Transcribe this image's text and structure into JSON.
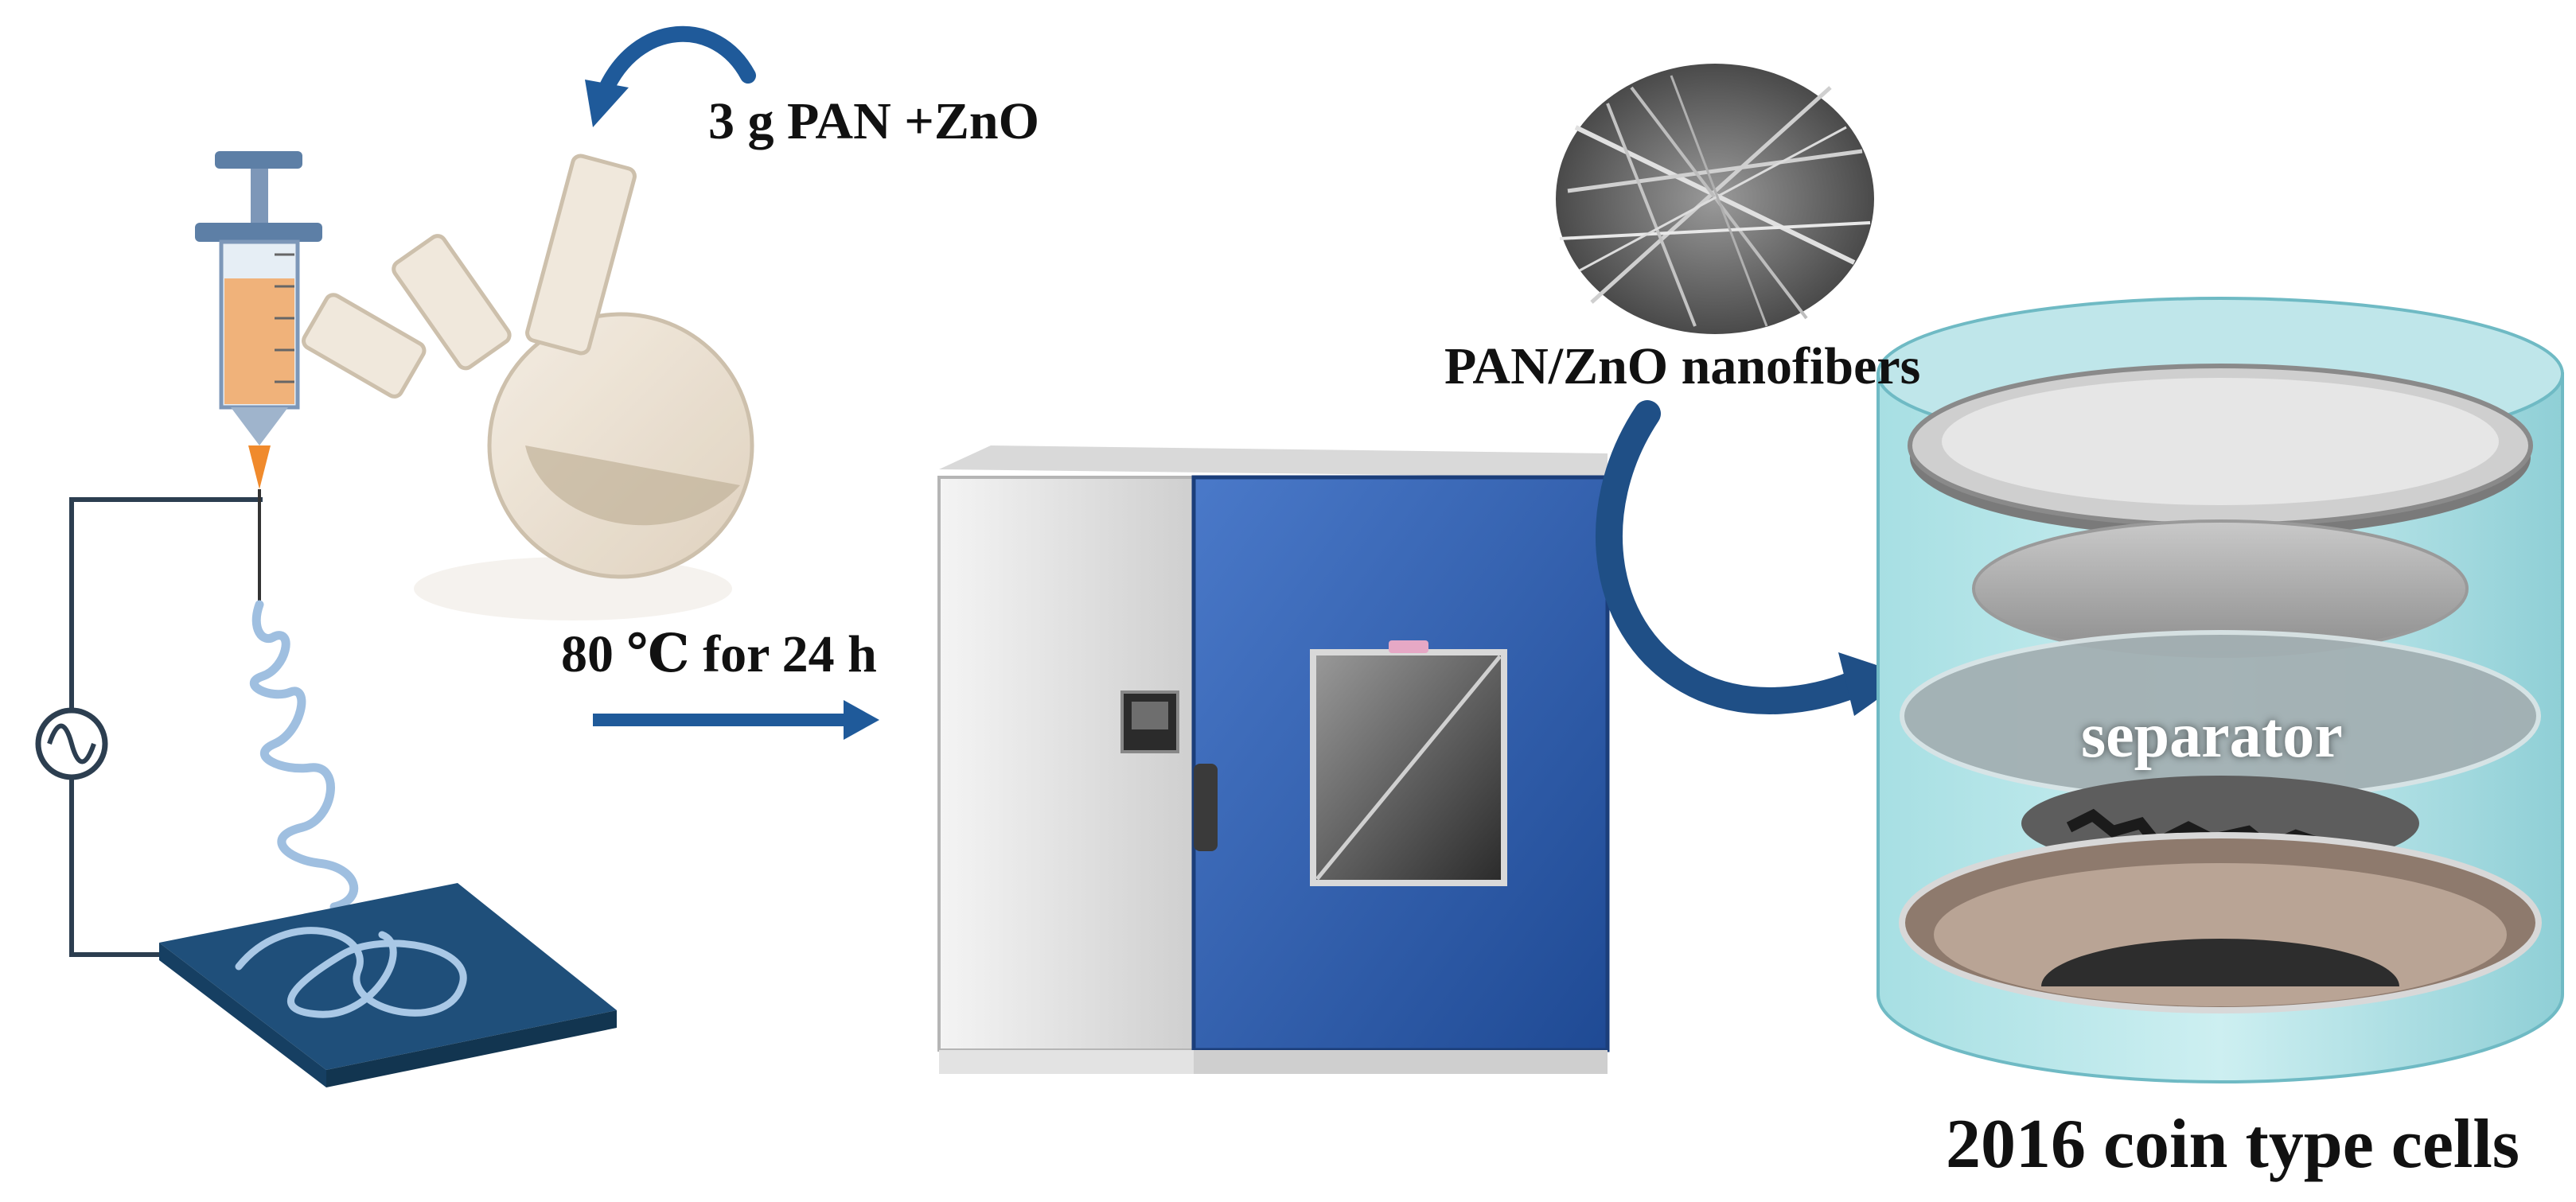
{
  "labels": {
    "precursor": "3 g PAN +ZnO",
    "drying": "80 ℃ for 24 h",
    "nanofibers": "PAN/ZnO nanofibers",
    "separator": "separator",
    "cell": "2016 coin type cells"
  },
  "colors": {
    "arrow_blue": "#1f5a9a",
    "oven_door_blue": "#2f5fb3",
    "collector_blue": "#1f4f7a",
    "syringe_liquid": "#f0b27a",
    "cell_cyan": "#8fd3d8"
  }
}
